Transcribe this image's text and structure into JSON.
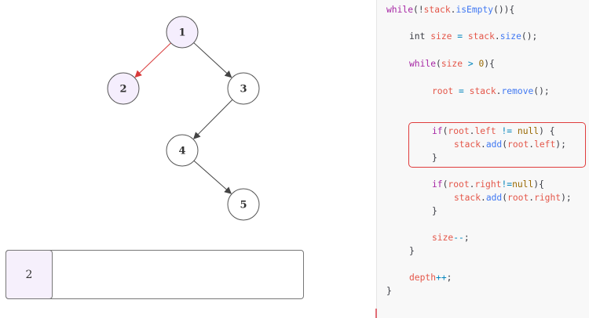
{
  "tree": {
    "nodes": [
      {
        "id": "1",
        "label": "1",
        "visited": true
      },
      {
        "id": "2",
        "label": "2",
        "visited": true
      },
      {
        "id": "3",
        "label": "3",
        "visited": false
      },
      {
        "id": "4",
        "label": "4",
        "visited": false
      },
      {
        "id": "5",
        "label": "5",
        "visited": false
      }
    ],
    "edges": [
      {
        "from": "1",
        "to": "2",
        "active": true
      },
      {
        "from": "1",
        "to": "3",
        "active": false
      },
      {
        "from": "3",
        "to": "4",
        "active": false
      },
      {
        "from": "4",
        "to": "5",
        "active": false
      }
    ],
    "colors": {
      "visited_fill": "#f5eefd",
      "default_fill": "#ffffff",
      "active_edge": "#d93b3b",
      "edge": "#444444"
    }
  },
  "queue": {
    "label": "",
    "items": [
      "2"
    ]
  },
  "code": {
    "lines": [
      "while(!stack.isEmpty()){",
      "int size = stack.size();",
      "while(size > 0){",
      "root = stack.remove();",
      "if(root.left != null) {",
      "stack.add(root.left);",
      "}",
      "if(root.right!=null){",
      "stack.add(root.right);",
      "}",
      "size--;",
      "}",
      "depth++;",
      "}"
    ],
    "highlight_color": "#e03c3c"
  }
}
